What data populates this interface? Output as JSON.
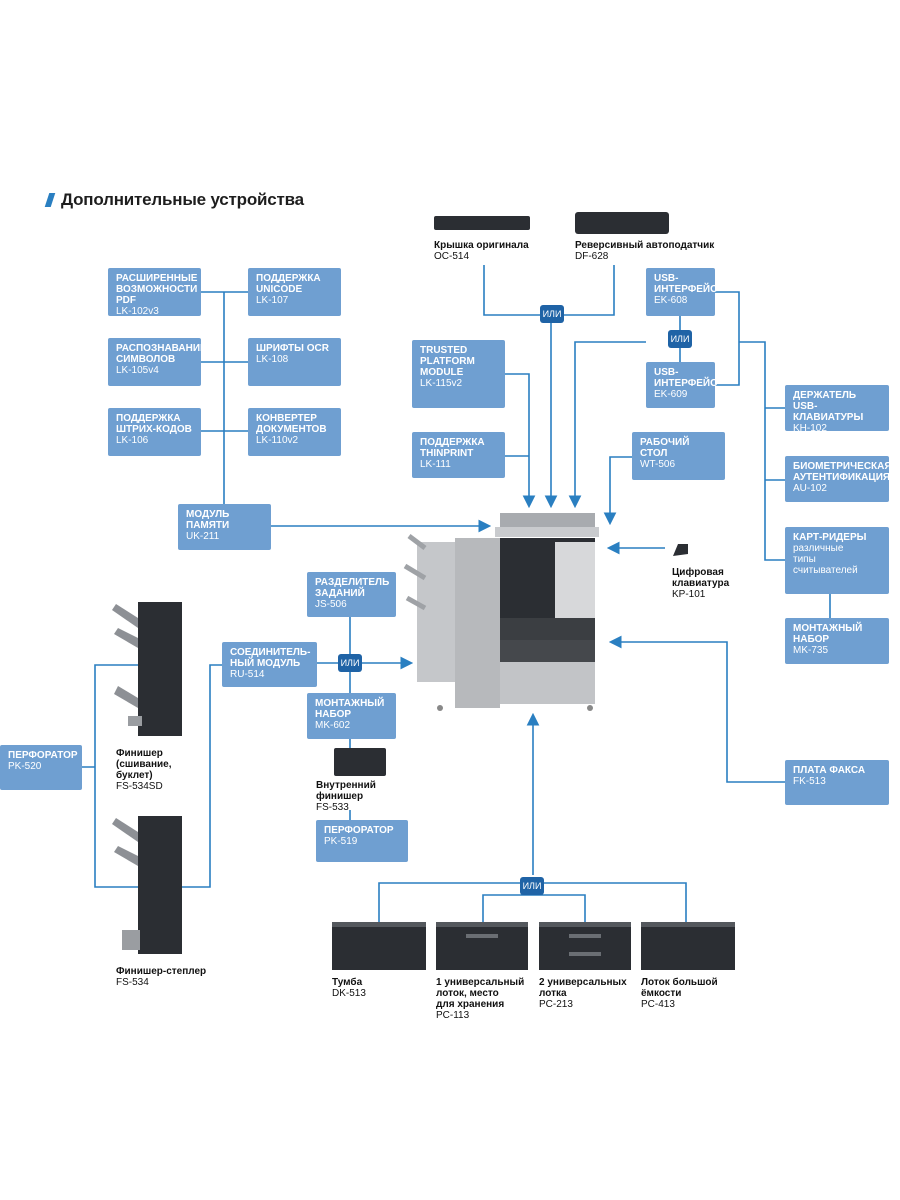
{
  "title": "Дополнительные устройства",
  "or_label": "ИЛИ",
  "colors": {
    "box": "#6f9fd1",
    "line": "#2a7fc1",
    "or_badge": "#1f63a6",
    "device": "#2b2e33"
  },
  "boxes": {
    "lk102": {
      "name": "Расширенные\nвозможности\nPDF",
      "code": "LK-102v3"
    },
    "lk107": {
      "name": "Поддержка\nUnicode",
      "code": "LK-107"
    },
    "lk105": {
      "name": "Распознавание\nсимволов",
      "code": "LK-105v4"
    },
    "lk108": {
      "name": "Шрифты OCR",
      "code": "LK-108"
    },
    "lk106": {
      "name": "Поддержка\nштрих-кодов",
      "code": "LK-106"
    },
    "lk110": {
      "name": "Конвертер\nдокументов",
      "code": "LK-110v2"
    },
    "uk211": {
      "name": "Модуль\nпамяти",
      "code": "UK-211"
    },
    "lk115": {
      "name": "Trusted\nPlatform\nModule",
      "code": "LK-115v2"
    },
    "lk111": {
      "name": "Поддержка\nThinPrint",
      "code": "LK-111"
    },
    "ek608": {
      "name": "USB-\nинтерфейс",
      "code": "EK-608"
    },
    "ek609": {
      "name": "USB-\nинтерфейс",
      "code": "EK-609"
    },
    "wt506": {
      "name": "Рабочий стол",
      "code": "WT-506"
    },
    "kh102": {
      "name": "Держатель\nUSB-клавиатуры",
      "code": "KH-102"
    },
    "au102": {
      "name": "Биометрическая\nаутентификация",
      "code": "AU-102"
    },
    "cardreaders": {
      "name": "Карт-ридеры",
      "code": "различные\nтипы\nсчитывателей"
    },
    "mk735": {
      "name": "Монтажный\nнабор",
      "code": "MK-735"
    },
    "js506": {
      "name": "Разделитель\nзаданий",
      "code": "JS-506"
    },
    "ru514": {
      "name": "Соединитель-\nный модуль",
      "code": "RU-514"
    },
    "mk602": {
      "name": "Монтажный\nнабор",
      "code": "MK-602"
    },
    "pk519": {
      "name": "Перфоратор",
      "code": "PK-519"
    },
    "pk520": {
      "name": "Перфоратор",
      "code": "PK-520"
    },
    "fk513": {
      "name": "Плата факса",
      "code": "FK-513"
    }
  },
  "captions": {
    "oc514": {
      "name": "Крышка оригинала",
      "code": "OC-514"
    },
    "df628": {
      "name": "Реверсивный автоподатчик",
      "code": "DF-628"
    },
    "kp101": {
      "name": "Цифровая\nклавиатура",
      "code": "KP-101"
    },
    "fs534sd": {
      "name": "Финишер\n(сшивание,\nбуклет)",
      "code": "FS-534SD"
    },
    "fs533": {
      "name": "Внутренний\nфинишер",
      "code": "FS-533"
    },
    "fs534": {
      "name": "Финишер-степлер",
      "code": "FS-534"
    },
    "dk513": {
      "name": "Тумба",
      "code": "DK-513"
    },
    "pc113": {
      "name": "1 универсальный\nлоток, место\nдля хранения",
      "code": "PC-113"
    },
    "pc213": {
      "name": "2 универсальных\nлотка",
      "code": "PC-213"
    },
    "pc413": {
      "name": "Лоток большой\nёмкости",
      "code": "PC-413"
    }
  }
}
